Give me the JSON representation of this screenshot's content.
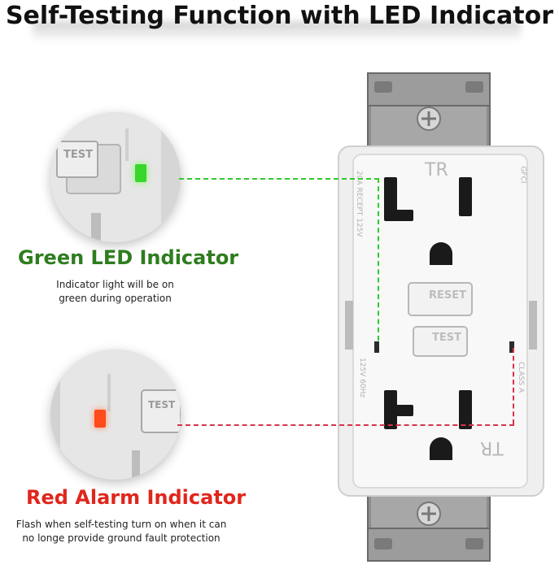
{
  "title": "Self-Testing Function with LED Indicator",
  "green_indicator": {
    "heading": "Green LED Indicator",
    "description_line1": "Indicator light will be on",
    "description_line2": "green during operation",
    "color": "#2e7d1e",
    "led_color": "#39d62b"
  },
  "red_indicator": {
    "heading": "Red Alarm Indicator",
    "description_line1": "Flash when self-testing turn on when it can",
    "description_line2": "no longe provide ground fault protection",
    "color": "#e0261c",
    "led_color": "#ff4a1a"
  },
  "outlet": {
    "top_label": "TR",
    "bottom_label": "TR",
    "reset_label": "RESET",
    "test_label": "TEST",
    "left_text_top": "20A RECEPT 125V",
    "left_text_bottom": "125V 60Hz",
    "right_text_top": "GFCI",
    "right_text_bottom": "CLASS A"
  }
}
